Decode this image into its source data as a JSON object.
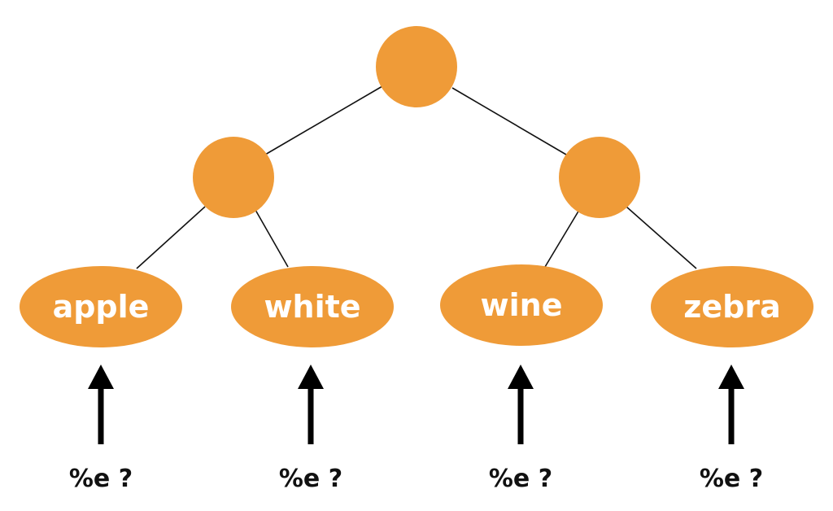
{
  "colors": {
    "node": "#EF9B38",
    "edge": "#111111",
    "leaf_text": "#ffffff",
    "arrow": "#000000"
  },
  "tree": {
    "root": {
      "label": ""
    },
    "internal": [
      {
        "label": ""
      },
      {
        "label": ""
      }
    ],
    "leaves": [
      {
        "label": "apple"
      },
      {
        "label": "white"
      },
      {
        "label": "wine"
      },
      {
        "label": "zebra"
      }
    ]
  },
  "queries": [
    {
      "label": "%e ?"
    },
    {
      "label": "%e ?"
    },
    {
      "label": "%e ?"
    },
    {
      "label": "%e ?"
    }
  ]
}
